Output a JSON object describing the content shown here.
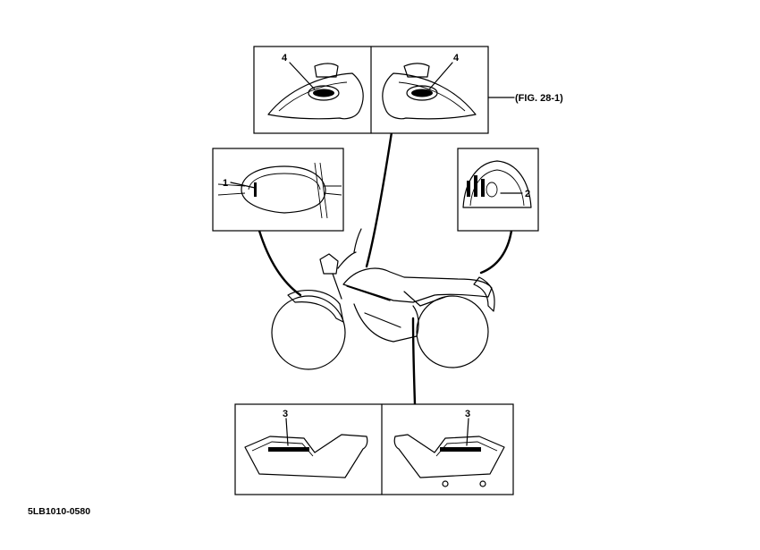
{
  "callouts": {
    "fuel_tank_left": "4",
    "fuel_tank_right": "4",
    "front_fender": "1",
    "rear_fender": "2",
    "side_cover_left": "3",
    "side_cover_right": "3"
  },
  "figure_ref": "(FIG. 28-1)",
  "drawing_code": "5LB1010-0580",
  "colors": {
    "line": "#000000",
    "background": "#ffffff"
  }
}
